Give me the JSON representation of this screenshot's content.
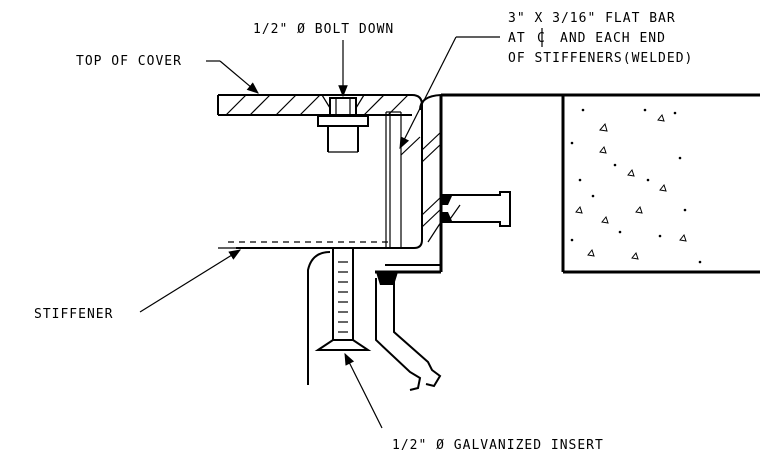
{
  "labels": {
    "bolt_down": "1/2\" Ø BOLT DOWN",
    "flat_bar_line1": "3\" X  3/16\" FLAT BAR",
    "flat_bar_line2_prefix": "AT",
    "flat_bar_line2_symbol": "C",
    "flat_bar_line2_suffix": "AND EACH END",
    "flat_bar_line3": "OF STIFFENERS(WELDED)",
    "top_of_cover": "TOP OF COVER",
    "stiffener": "STIFFENER",
    "galvanized_insert": "1/2\"  Ø GALVANIZED INSERT"
  }
}
